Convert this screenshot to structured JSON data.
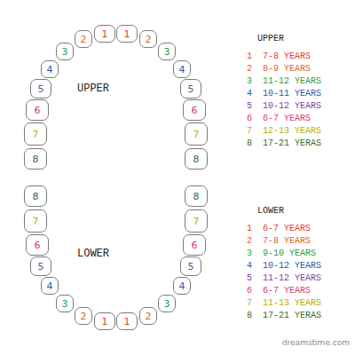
{
  "diagram": {
    "nodes": [
      {
        "text": [
          "1"
        ]
      },
      {
        "text": [
          "1"
        ]
      },
      {
        "text": [
          "2"
        ]
      },
      {
        "text": [
          "2"
        ]
      },
      {
        "text": [
          "3"
        ]
      },
      {
        "text": [
          "3"
        ]
      },
      {
        "text": [
          "4"
        ]
      },
      {
        "text": [
          "4"
        ]
      },
      {
        "text": [
          "5"
        ]
      },
      {
        "text": [
          "5"
        ]
      },
      {
        "text": [
          "6"
        ]
      },
      {
        "text": [
          "6"
        ]
      },
      {
        "text": [
          "7"
        ]
      },
      {
        "text": [
          "7"
        ]
      },
      {
        "text": [
          "8"
        ]
      },
      {
        "text": [
          "8"
        ]
      },
      {
        "text": [
          "8"
        ]
      },
      {
        "text": [
          "8"
        ]
      },
      {
        "text": [
          "7"
        ]
      },
      {
        "text": [
          "7"
        ]
      },
      {
        "text": [
          "6"
        ]
      },
      {
        "text": [
          "6"
        ]
      },
      {
        "text": [
          "5"
        ]
      },
      {
        "text": [
          "5"
        ]
      },
      {
        "text": [
          "4"
        ]
      },
      {
        "text": [
          "4"
        ]
      },
      {
        "text": [
          "3"
        ]
      },
      {
        "text": [
          "3"
        ]
      },
      {
        "text": [
          "2"
        ]
      },
      {
        "text": [
          "2"
        ]
      },
      {
        "text": [
          "1"
        ]
      },
      {
        "text": [
          "1"
        ]
      }
    ],
    "labels": [
      "UPPER",
      "LOWER",
      "UPPER",
      "1",
      "7-8 YEARS",
      "2",
      "8-9 YEARS",
      "3",
      "11-12 YEARS",
      "4",
      "10-11 YEARS",
      "5",
      "10-12 YEARS",
      "6",
      "6-7 YEARS",
      "7",
      "12-13 YEARS",
      "8",
      "17-21 YERAS",
      "LOWER",
      "1",
      "6-7 YEARS",
      "2",
      "7-8 YEARS",
      "3",
      "9-10 YEARS",
      "4",
      "10-12 YEARS",
      "5",
      "11-12 YEARS",
      "6",
      "6-7 YEARS",
      "7",
      "11-13 YEARS",
      "8",
      "17-21 YERAS",
      "dreamstime.com"
    ]
  }
}
